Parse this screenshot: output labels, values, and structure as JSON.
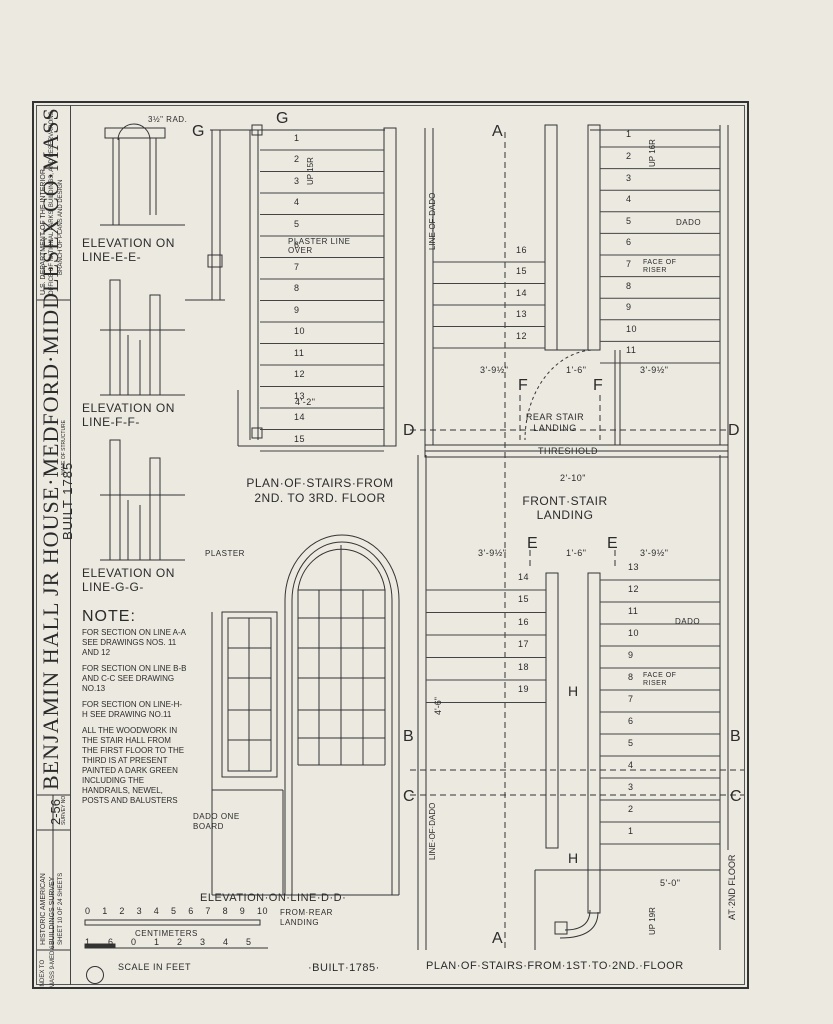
{
  "agency_block": {
    "line1": "U.S. DEPARTMENT OF THE INTERIOR",
    "line2": "OFFICE OF NATIONAL PARKS, BUILDINGS, AND RESERVATIONS",
    "line3": "BRANCH OF PLANS AND DESIGN"
  },
  "title_block": {
    "structure_name": "BENJAMIN HALL JR HOUSE·MEDFORD·MIDDLESEX CO·MASS",
    "built": "BUILT 1785",
    "name_label": "NAME OF STRUCTURE",
    "survey_label": "SURVEY NO.",
    "survey_no": "2-56",
    "habs_line1": "HISTORIC AMERICAN",
    "habs_line2": "BUILDINGS SURVEY",
    "sheet_info": "SHEET 10 OF 24 SHEETS",
    "index_label": "INDEX TO",
    "index_no": "MASS 9-MED 6"
  },
  "views": {
    "elev_ee": "ELEVATION ON LINE-E-E-",
    "elev_ff": "ELEVATION ON LINE-F-F-",
    "elev_gg": "ELEVATION ON LINE-G-G-",
    "plan_upper": "PLAN·OF·STAIRS·FROM 2ND. TO 3RD. FLOOR",
    "elev_dd": "ELEVATION·ON·LINE·D·D·",
    "elev_dd_sub": "FROM·REAR LANDING",
    "plan_lower": "PLAN·OF·STAIRS·FROM·1ST·TO·2ND.·FLOOR",
    "built_bottom": "·BUILT·1785·"
  },
  "note": {
    "heading": "NOTE:",
    "items": [
      "FOR SECTION ON LINE A-A SEE DRAWINGS NOS. 11 AND 12",
      "FOR SECTION ON LINE B-B AND C-C SEE DRAWING NO.13",
      "FOR SECTION ON LINE-H-H SEE DRAWING NO.11",
      "ALL THE WOODWORK IN THE STAIR HALL FROM THE FIRST FLOOR TO THE THIRD IS AT PRESENT PAINTED A DARK GREEN INCLUDING THE HANDRAILS, NEWEL, POSTS AND BALUSTERS"
    ]
  },
  "labels": {
    "rad": "3½\" RAD.",
    "plaster_line": "PLASTER LINE OVER",
    "up15r": "UP 15R",
    "up16r": "UP 16R",
    "up19r": "UP 19R",
    "line_of_dado": "LINE·OF·DADO",
    "dado": "DADO",
    "face_of_riser": "FACE OF RISER",
    "rear_stair_landing": "REAR STAIR LANDING",
    "threshold": "THRESHOLD",
    "front_stair_landing": "FRONT·STAIR LANDING",
    "plaster": "PLASTER",
    "dado_one_board": "DADO ONE BOARD",
    "at_2nd_floor": "AT·2ND FLOOR",
    "dim_4_2": "4'-2\"",
    "dim_2_10": "2'-10\"",
    "dim_3_9h": "3'-9½\"",
    "dim_1_6": "1'-6\"",
    "dim_5_0": "5'-0\"",
    "dim_4_6": "4'-6\""
  },
  "section_marks": [
    "A",
    "B",
    "C",
    "D",
    "E",
    "F",
    "G",
    "H"
  ],
  "upper_treads": [
    "1",
    "2",
    "3",
    "4",
    "5",
    "6",
    "7",
    "8",
    "9",
    "10",
    "11",
    "12",
    "13",
    "14",
    "15"
  ],
  "right_upper_treads": [
    "1",
    "2",
    "3",
    "4",
    "5",
    "6",
    "7",
    "8",
    "9",
    "10",
    "11"
  ],
  "right_upper_left_treads": [
    "12",
    "13",
    "14",
    "15",
    "16"
  ],
  "lower_treads": [
    "1",
    "2",
    "3",
    "4",
    "5",
    "6",
    "7",
    "8",
    "9",
    "10",
    "11",
    "12",
    "13"
  ],
  "lower_left_treads": [
    "14",
    "15",
    "16",
    "17",
    "18",
    "19"
  ],
  "scale": {
    "cm_ticks": [
      "0",
      "1",
      "2",
      "3",
      "4",
      "5",
      "6",
      "7",
      "8",
      "9",
      "10"
    ],
    "cm_label": "CENTIMETERS",
    "ft_ticks": [
      "1",
      "6",
      "0",
      "1",
      "2",
      "3",
      "4",
      "5"
    ],
    "ft_label": "SCALE IN FEET"
  }
}
